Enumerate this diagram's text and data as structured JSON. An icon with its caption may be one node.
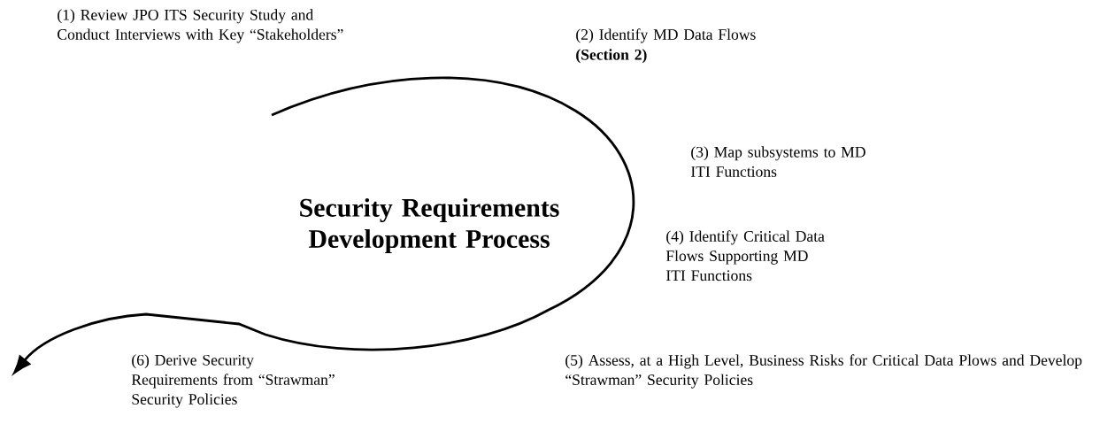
{
  "diagram": {
    "title": "Security Requirements Development Process",
    "labels": [
      "(1) Review JPO ITS Security Study and Conduct Interviews with Key “Stakeholders”",
      "(2) Identify MD Data Flows",
      "(Section 2)",
      "(3) Map subsystems to MD ITI Functions",
      "(4) Identify Critical Data Flows Supporting MD ITI Functions",
      "(5) Assess, at a High Level, Business Risks for Critical Data Plows and Develop “Strawman” Security Policies",
      "(6) Derive Security Requirements from “Strawman” Security Policies"
    ]
  }
}
